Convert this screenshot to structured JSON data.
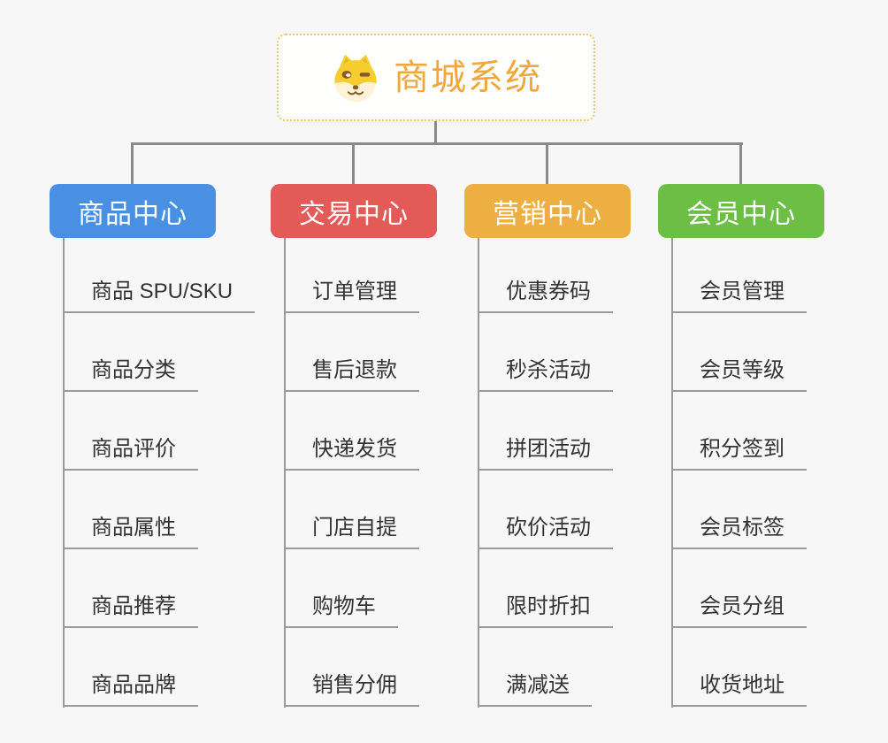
{
  "page": {
    "background": "#f7f7f7",
    "connector_color": "#8a8a8a"
  },
  "root": {
    "title": "商城系统",
    "title_color": "#f0a73e",
    "border_color": "#f3c270",
    "icon": "doge-face-icon"
  },
  "branches": [
    {
      "label": "商品中心",
      "color": "#4a90e2",
      "items": [
        "商品 SPU/SKU",
        "商品分类",
        "商品评价",
        "商品属性",
        "商品推荐",
        "商品品牌"
      ]
    },
    {
      "label": "交易中心",
      "color": "#e45a57",
      "items": [
        "订单管理",
        "售后退款",
        "快递发货",
        "门店自提",
        "购物车",
        "销售分佣"
      ]
    },
    {
      "label": "营销中心",
      "color": "#edaf41",
      "items": [
        "优惠券码",
        "秒杀活动",
        "拼团活动",
        "砍价活动",
        "限时折扣",
        "满减送"
      ]
    },
    {
      "label": "会员中心",
      "color": "#6cbe44",
      "items": [
        "会员管理",
        "会员等级",
        "积分签到",
        "会员标签",
        "会员分组",
        "收货地址"
      ]
    }
  ]
}
